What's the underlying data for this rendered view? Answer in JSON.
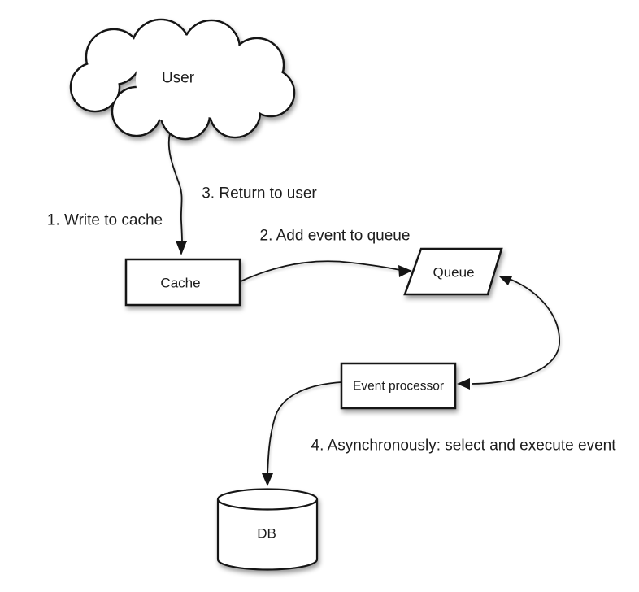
{
  "diagram": {
    "background_color": "#ffffff",
    "stroke_color": "#151515",
    "text_color": "#1c1c1c",
    "nodes": {
      "user": {
        "label": "User",
        "shape": "cloud"
      },
      "cache": {
        "label": "Cache",
        "shape": "rectangle"
      },
      "queue": {
        "label": "Queue",
        "shape": "parallelogram"
      },
      "event_processor": {
        "label": "Event processor",
        "shape": "rectangle"
      },
      "db": {
        "label": "DB",
        "shape": "cylinder"
      }
    },
    "edge_labels": {
      "step1": "1. Write to cache",
      "step2": "2. Add event to queue",
      "step3": "3. Return to user",
      "step4": "4. Asynchronously: select and execute event"
    },
    "edges": [
      {
        "from": "user",
        "to": "cache",
        "style": "curved-arrow",
        "labels": [
          "step1",
          "step3"
        ]
      },
      {
        "from": "cache",
        "to": "queue",
        "style": "curved-arrow",
        "labels": [
          "step2"
        ]
      },
      {
        "from": "event_processor",
        "to": "queue",
        "style": "curved-arrow",
        "bidirectional": true,
        "labels": []
      },
      {
        "from": "event_processor",
        "to": "db",
        "style": "curved-arrow",
        "labels": [
          "step4"
        ]
      }
    ]
  }
}
